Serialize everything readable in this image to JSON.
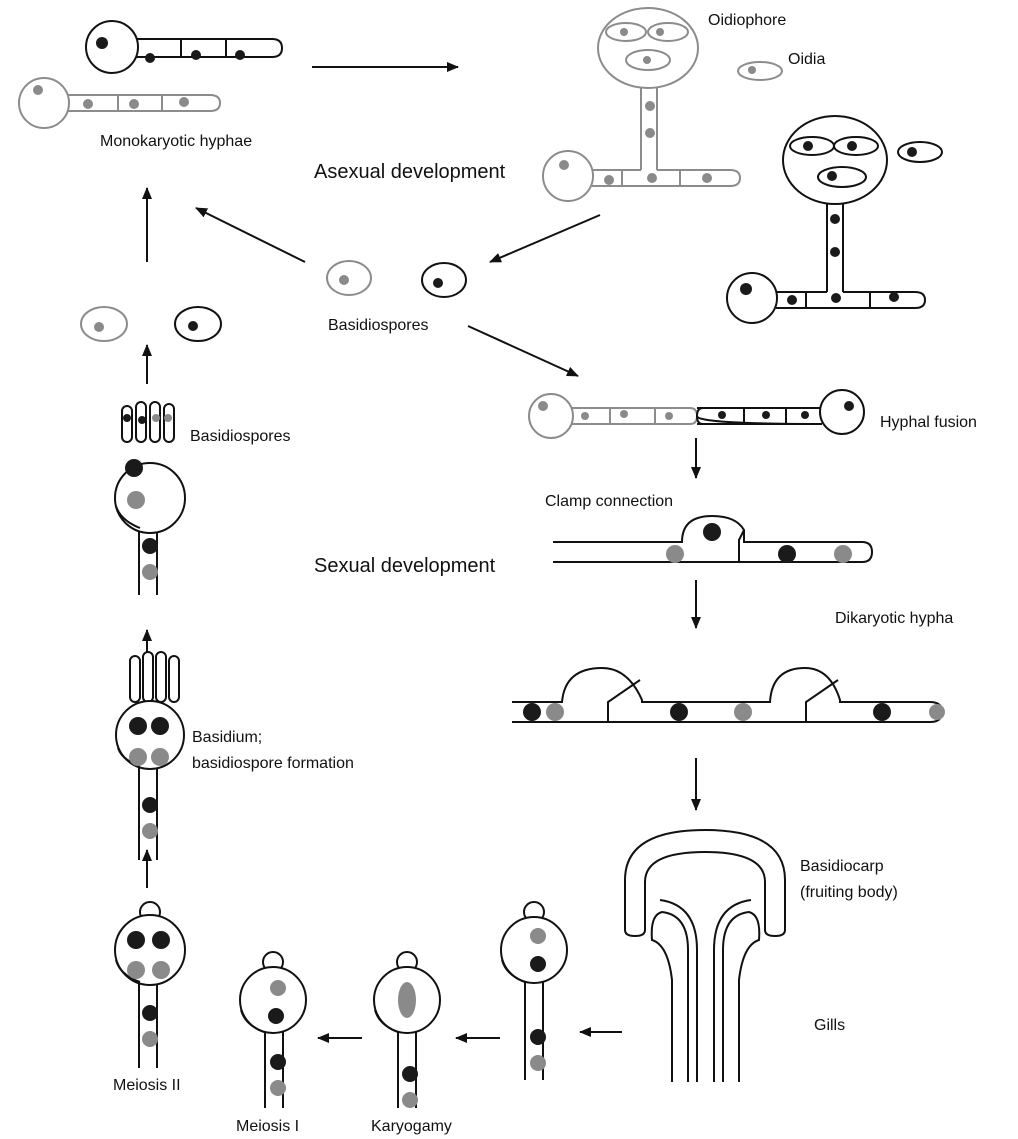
{
  "labels": {
    "oidiophore": "Oidiophore",
    "oidia": "Oidia",
    "monokaryotic_hyphae": "Monokaryotic hyphae",
    "asexual_development": "Asexual development",
    "basidiospores_center": "Basidiospores",
    "basidiospores_left": "Basidiospores",
    "hyphal_fusion": "Hyphal fusion",
    "clamp_connection": "Clamp connection",
    "sexual_development": "Sexual development",
    "dikaryotic_hypha": "Dikaryotic hypha",
    "basidium_line1": "Basidium;",
    "basidium_line2": "basidiospore formation",
    "basidiocarp_line1": "Basidiocarp",
    "basidiocarp_line2": "(fruiting body)",
    "gills": "Gills",
    "meiosis_ii": "Meiosis II",
    "meiosis_i": "Meiosis I",
    "karyogamy": "Karyogamy"
  },
  "colors": {
    "nucleus_dark": "#1a1a1a",
    "nucleus_grey": "#8a8a8a",
    "outline_grey": "#8c8c8c"
  }
}
